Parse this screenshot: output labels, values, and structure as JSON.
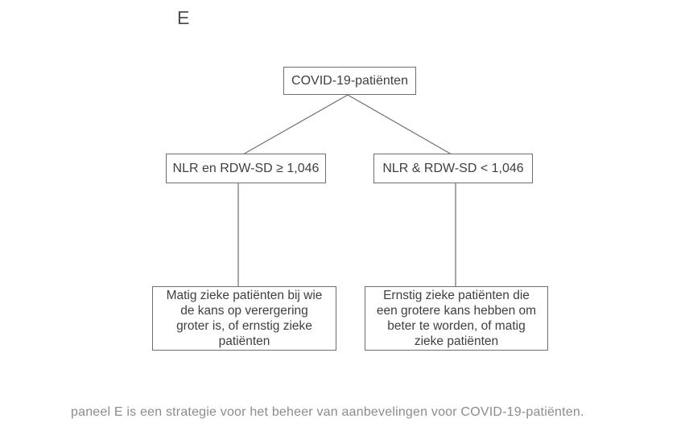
{
  "panel_label": "E",
  "tree": {
    "root": "COVID-19-patiënten",
    "left_branch": "NLR en RDW-SD ≥ 1,046",
    "right_branch": "NLR & RDW-SD < 1,046",
    "left_leaf": "Matig zieke patiënten bij wie\nde kans op verergering\ngroter is, of ernstig zieke\npatiënten",
    "right_leaf": "Ernstig zieke patiënten die\neen grotere kans hebben om\nbeter te worden, of matig\nzieke patiënten"
  },
  "caption": "paneel E is een strategie voor het beheer van aanbevelingen voor COVID-19-patiënten.",
  "colors": {
    "background": "#ffffff",
    "box_border": "#6f6f6f",
    "box_text": "#3f3f3f",
    "connector": "#6f6f6f",
    "caption_text": "#8c8c8c",
    "panel_label_text": "#4f4f4f"
  }
}
